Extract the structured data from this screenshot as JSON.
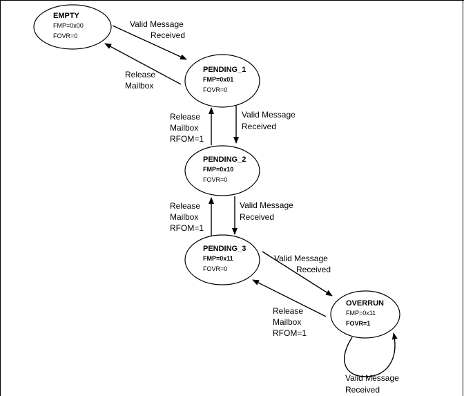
{
  "states": [
    {
      "id": "empty",
      "title": "EMPTY",
      "lines": [
        {
          "text": "FMP=0x00",
          "bold": false
        },
        {
          "text": "FOVR=0",
          "bold": false
        }
      ]
    },
    {
      "id": "pending1",
      "title": "PENDING_1",
      "lines": [
        {
          "text": "FMP=0x01",
          "bold": true
        },
        {
          "text": "FOVR=0",
          "bold": false
        }
      ]
    },
    {
      "id": "pending2",
      "title": "PENDING_2",
      "lines": [
        {
          "text": "FMP=0x10",
          "bold": true
        },
        {
          "text": "FOVR=0",
          "bold": false
        }
      ]
    },
    {
      "id": "pending3",
      "title": "PENDING_3",
      "lines": [
        {
          "text": "FMP=0x11",
          "bold": true
        },
        {
          "text": "FOVR=0",
          "bold": false
        }
      ]
    },
    {
      "id": "overrun",
      "title": "OVERRUN",
      "lines": [
        {
          "text": "FMP=0x11",
          "bold": false
        },
        {
          "text": "FOVR=1",
          "bold": true
        }
      ]
    }
  ],
  "transitions": [
    {
      "id": "empty-to-p1",
      "from": "empty",
      "to": "pending1",
      "label": [
        "Valid Message",
        "Received"
      ]
    },
    {
      "id": "p1-to-empty",
      "from": "pending1",
      "to": "empty",
      "label": [
        "Release",
        "Mailbox"
      ]
    },
    {
      "id": "p1-to-p2",
      "from": "pending1",
      "to": "pending2",
      "label": [
        "Valid Message",
        "Received"
      ]
    },
    {
      "id": "p2-to-p1",
      "from": "pending2",
      "to": "pending1",
      "label": [
        "Release",
        "Mailbox",
        "RFOM=1"
      ]
    },
    {
      "id": "p2-to-p3",
      "from": "pending2",
      "to": "pending3",
      "label": [
        "Valid Message",
        "Received"
      ]
    },
    {
      "id": "p3-to-p2",
      "from": "pending3",
      "to": "pending2",
      "label": [
        "Release",
        "Mailbox",
        "RFOM=1"
      ]
    },
    {
      "id": "p3-to-overrun",
      "from": "pending3",
      "to": "overrun",
      "label": [
        "Valid Message",
        "Received"
      ]
    },
    {
      "id": "overrun-to-p3",
      "from": "overrun",
      "to": "pending3",
      "label": [
        "Release",
        "Mailbox",
        "RFOM=1"
      ]
    },
    {
      "id": "overrun-self",
      "from": "overrun",
      "to": "overrun",
      "label": [
        "Valid Message",
        "Received"
      ]
    }
  ]
}
